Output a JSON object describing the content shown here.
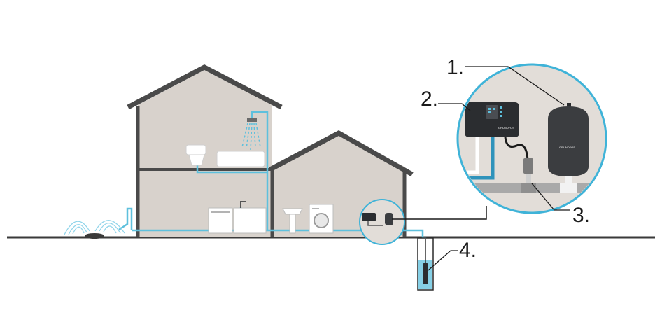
{
  "callouts": [
    {
      "id": "1",
      "label": "1."
    },
    {
      "id": "2",
      "label": "2."
    },
    {
      "id": "3",
      "label": "3."
    },
    {
      "id": "4",
      "label": "4."
    }
  ],
  "logo_text": "GRUNDFOS",
  "colors": {
    "wall": "#d8d2cc",
    "roof": "#4a4a4a",
    "water": "#5ec0dd",
    "water_dark": "#2f93bb",
    "ground": "#3a3a3a",
    "tank": "#3b3d40",
    "controller": "#2b2d30",
    "circle_outline": "#3fb3d8",
    "appliance": "#ffffff"
  }
}
